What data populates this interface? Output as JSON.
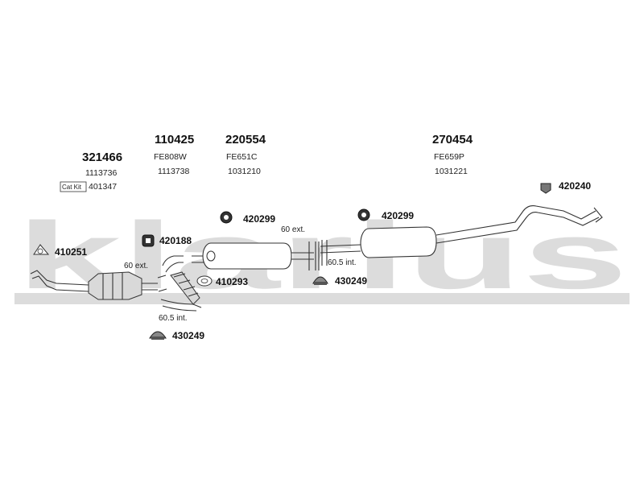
{
  "watermark": "klarius",
  "cat_kit_label": "Cat Kit",
  "parts": {
    "cat_converter": {
      "number": "321466",
      "ref": "1113736",
      "kit_ref": "401347"
    },
    "front_pipe": {
      "number": "110425",
      "ref1": "FE808W",
      "ref2": "1113738"
    },
    "center_silencer": {
      "number": "220554",
      "ref1": "FE651C",
      "ref2": "1031210"
    },
    "rear_silencer": {
      "number": "270454",
      "ref1": "FE659P",
      "ref2": "1031221"
    }
  },
  "fittings": {
    "gasket_front": "410251",
    "mount_front": "420188",
    "gasket_mid": "410293",
    "clamp_low": "430249",
    "mount_center": "420299",
    "mount_rear_mid": "420299",
    "clamp_mid": "430249",
    "mount_tail": "420240"
  },
  "notes": {
    "front_ext": "60 ext.",
    "front_int": "60.5 int.",
    "mid_ext": "60 ext.",
    "mid_int": "60.5 int."
  },
  "colors": {
    "watermark": "#dcdcdc",
    "stroke": "#333333",
    "text": "#111111"
  }
}
